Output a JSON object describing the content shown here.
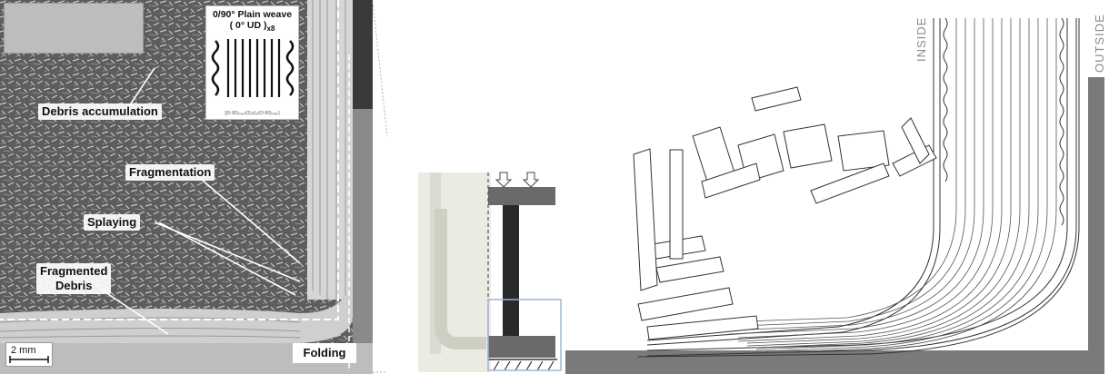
{
  "micrograph": {
    "layup_title_line1": "0/90° Plain weave",
    "layup_title_line2": "( 0° UD )",
    "layup_title_sub": "x8",
    "layup_sequence": "[(0-90)ₚₗₐᵢₙ/(0ᵤᴅ)₈/(0-90)ₚₗₐᵢₙ]",
    "labels": {
      "debris_accumulation": "Debris accumulation",
      "fragmentation": "Fragmentation",
      "splaying": "Splaying",
      "fragmented_line1": "Fragmented",
      "fragmented_line2": "Debris",
      "folding": "Folding"
    },
    "scale_bar": "2 mm"
  },
  "sketch": {
    "inside_label": "INSIDE",
    "outside_label": "OUTSIDE"
  },
  "colors": {
    "micrograph_bg": "#6f6f6f",
    "wall": "#7a7a7a",
    "tube_dark": "#222222",
    "guide_blue": "#9db5d8"
  }
}
